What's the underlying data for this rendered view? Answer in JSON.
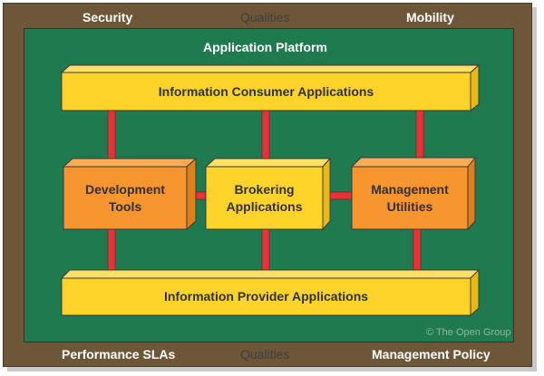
{
  "diagram": {
    "outer_labels": {
      "top_left": "Security",
      "top_center": "Qualities",
      "top_right": "Mobility",
      "bottom_left": "Performance SLAs",
      "bottom_center": "Qualities",
      "bottom_right": "Management Policy"
    },
    "platform_title": "Application Platform",
    "top_bar": "Information Consumer Applications",
    "bottom_bar": "Information Provider Applications",
    "middle_boxes": [
      {
        "line1": "Development",
        "line2": "Tools",
        "color": "orange"
      },
      {
        "line1": "Brokering",
        "line2": "Applications",
        "color": "yellow"
      },
      {
        "line1": "Management",
        "line2": "Utilities",
        "color": "orange"
      }
    ],
    "copyright": "© The Open Group",
    "colors": {
      "frame": "#6e5638",
      "platform": "#1f7a4f",
      "yellow_front": "#ffd42a",
      "yellow_side": "#e8b915",
      "orange_front": "#f7952f",
      "orange_side": "#e07f1a",
      "connector": "#e8323a",
      "outline": "#3a3a3a"
    }
  }
}
